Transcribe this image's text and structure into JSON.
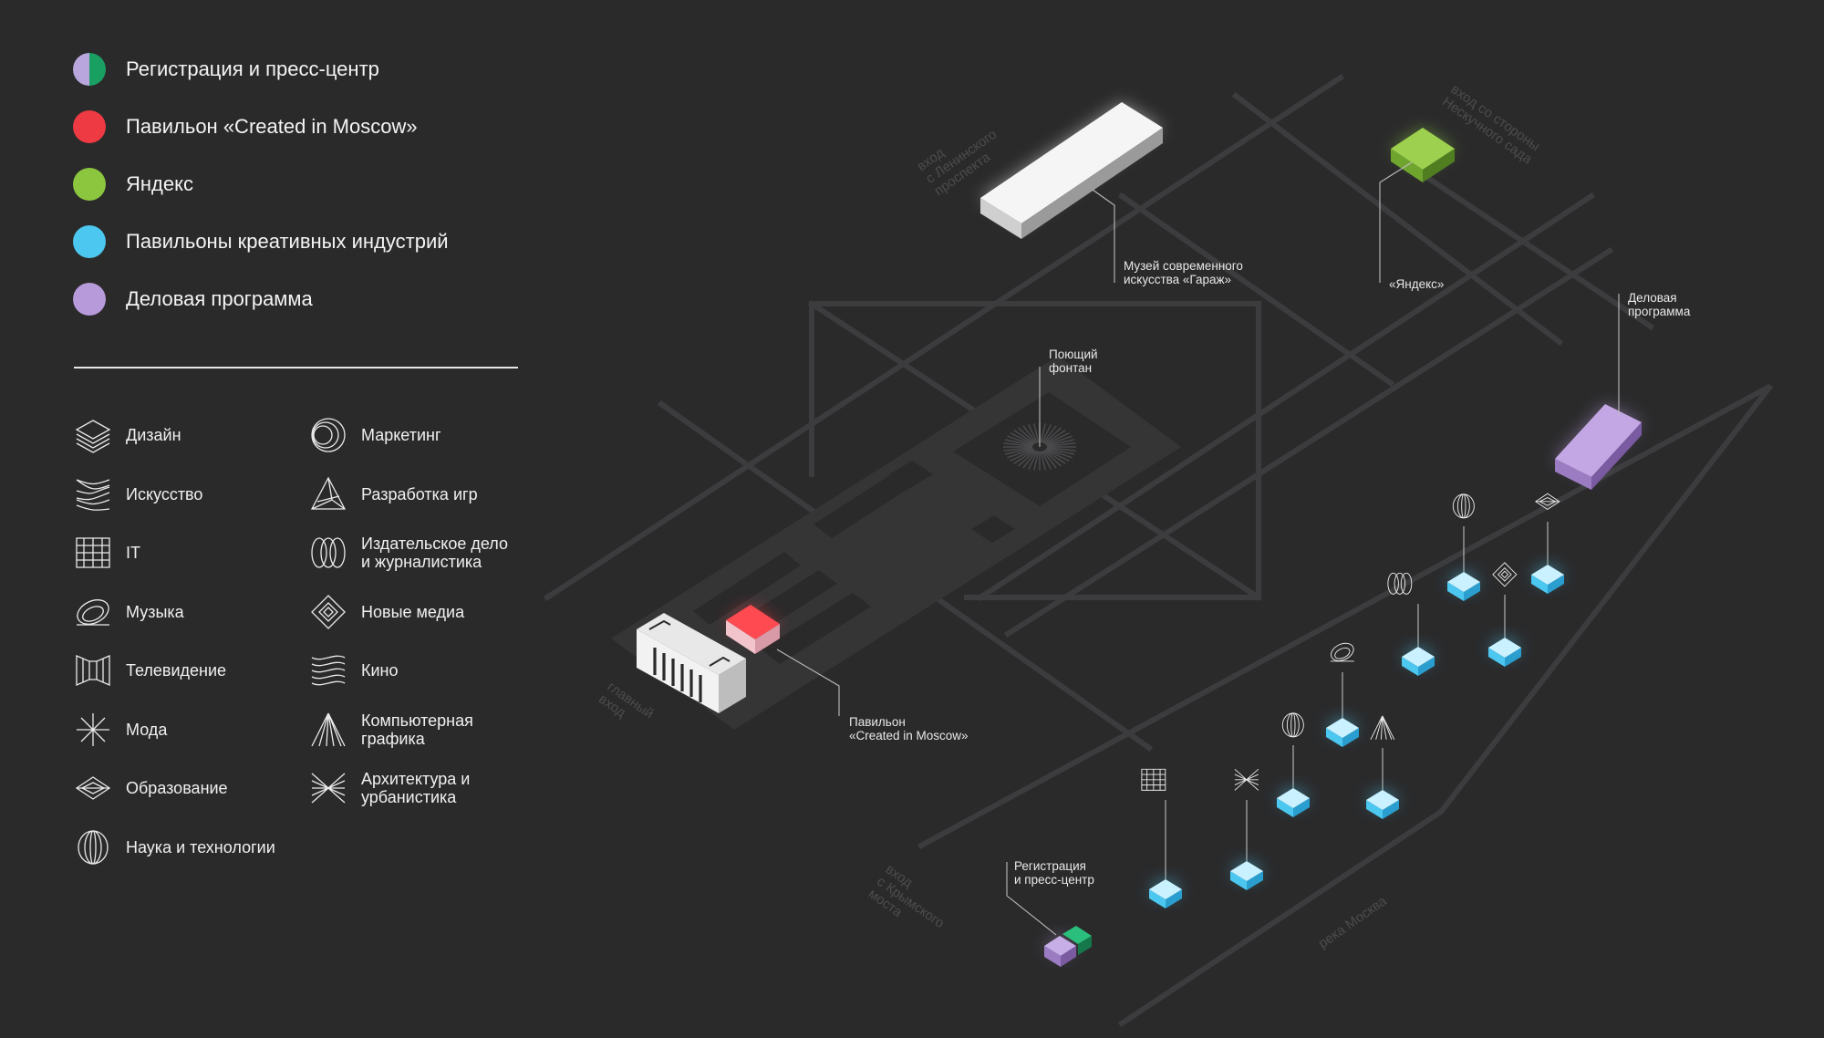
{
  "colors": {
    "background": "#2a2a2b",
    "roads": "#3c3c3e",
    "park_area": "#353536",
    "registration": "#b9a6dc",
    "registration_alt": "#1a9f63",
    "created_in_moscow": "#ee3a43",
    "yandex": "#8cc63f",
    "creative": "#4cc7ef",
    "business": "#b79ad9",
    "garage": "#f4f4f4"
  },
  "legend": {
    "zones": [
      {
        "label": "Регистрация и пресс-центр",
        "color": "#b9a6dc",
        "color2": "#1a9f63"
      },
      {
        "label": "Павильон «Created in Moscow»",
        "color": "#ee3a43"
      },
      {
        "label": "Яндекс",
        "color": "#8cc63f"
      },
      {
        "label": "Павильоны креативных индустрий",
        "color": "#4cc7ef"
      },
      {
        "label": "Деловая программа",
        "color": "#b79ad9"
      }
    ],
    "industries_left": [
      {
        "label": "Дизайн",
        "icon": "layers-icon"
      },
      {
        "label": "Искусство",
        "icon": "twisted-ribbon-icon"
      },
      {
        "label": "IT",
        "icon": "grid-perspective-icon"
      },
      {
        "label": "Музыка",
        "icon": "ring-disc-icon"
      },
      {
        "label": "Телевидение",
        "icon": "screens-icon"
      },
      {
        "label": "Мода",
        "icon": "star-burst-icon"
      },
      {
        "label": "Образование",
        "icon": "diamond-book-icon"
      },
      {
        "label": "Наука и технологии",
        "icon": "orbit-icon"
      }
    ],
    "industries_right": [
      {
        "label": "Маркетинг",
        "icon": "concentric-circles-icon"
      },
      {
        "label": "Разработка игр",
        "icon": "pyramid-icon"
      },
      {
        "label": "Издательское дело\nи журналистика",
        "icon": "pages-icon"
      },
      {
        "label": "Новые медиа",
        "icon": "nested-diamond-icon"
      },
      {
        "label": "Кино",
        "icon": "wave-lines-icon"
      },
      {
        "label": "Компьютерная\nграфика",
        "icon": "fan-lines-icon"
      },
      {
        "label": "Архитектура и\nурбанистика",
        "icon": "crossing-lines-icon"
      }
    ]
  },
  "map": {
    "labels": {
      "garage": "Музей современного\nискусства «Гараж»",
      "yandex": "«Яндекс»",
      "business": "Деловая\nпрограмма",
      "fountain": "Поющий\nфонтан",
      "created": "Павильон\n«Created in Moscow»",
      "registration": "Регистрация\nи пресс-центр"
    },
    "roads": {
      "leninsky": "вход\nс Ленинского\nпроспекта",
      "neskuchny": "вход со стороны\nНескучного сада",
      "main": "главный\nвход",
      "krymsky": "вход\nс Крымского\nмоста",
      "river": "река Москва"
    }
  }
}
